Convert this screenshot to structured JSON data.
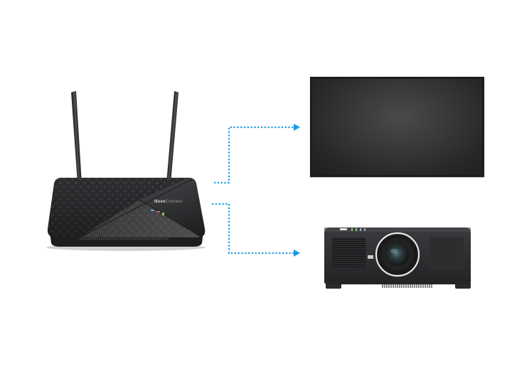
{
  "diagram": {
    "type": "device-connection-diagram",
    "background": "#ffffff",
    "source_device": {
      "kind": "wireless-router",
      "brand_label_bold": "Novo",
      "brand_label_light": "Connect",
      "body_color": "#2e2f31",
      "antenna_count": 2,
      "led_colors": [
        "#4fc3f7",
        "#e57373",
        "#8bc34a"
      ]
    },
    "targets": [
      {
        "kind": "flat-panel-display",
        "screen_color": "#3a3a3a",
        "bezel_color": "#1c1c1c"
      },
      {
        "kind": "projector",
        "body_color": "#2b2b2d",
        "lens_ring_color": "#e8e8e8"
      }
    ],
    "connectors": [
      {
        "from": "router",
        "to": "flat-panel-display",
        "style": "dotted-arrow",
        "color": "#1a9be0"
      },
      {
        "from": "router",
        "to": "projector",
        "style": "dotted-arrow",
        "color": "#1a9be0"
      }
    ]
  }
}
